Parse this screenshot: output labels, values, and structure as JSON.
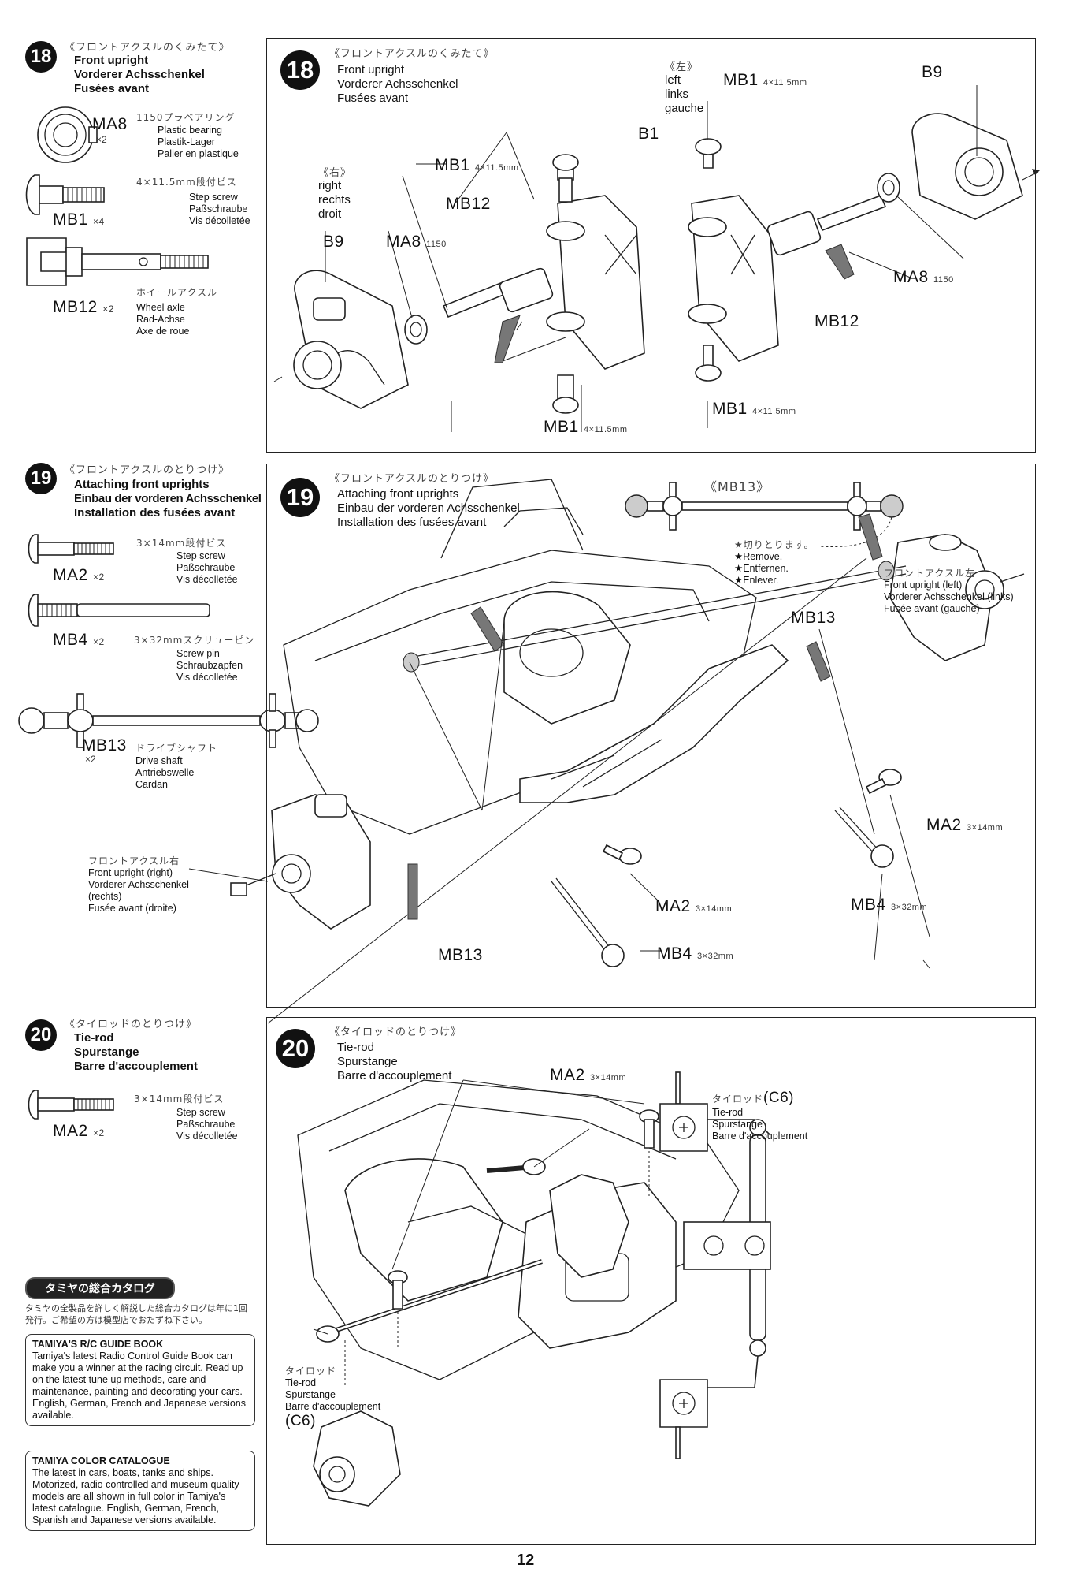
{
  "page_number": "12",
  "step18": {
    "num": "18",
    "jp": "《フロントアクスルのくみたて》",
    "en": "Front upright",
    "de": "Vorderer Achsschenkel",
    "fr": "Fusées avant",
    "parts": {
      "ma8": {
        "code": "MA8",
        "qty": "×2",
        "jp": "1150プラベアリング",
        "en": "Plastic bearing",
        "de": "Plastik-Lager",
        "fr": "Palier en plastique"
      },
      "mb1": {
        "code": "MB1",
        "qty": "×4",
        "jp": "4×11.5mm段付ビス",
        "en": "Step screw",
        "de": "Paßschraube",
        "fr": "Vis décolletée"
      },
      "mb12": {
        "code": "MB12",
        "qty": "×2",
        "jp": "ホイールアクスル",
        "en": "Wheel axle",
        "de": "Rad-Achse",
        "fr": "Axe de roue"
      }
    },
    "diagram": {
      "right_jp": "《右》",
      "right_en": "right",
      "right_de": "rechts",
      "right_fr": "droit",
      "left_jp": "《左》",
      "left_en": "left",
      "left_de": "links",
      "left_fr": "gauche",
      "mb1": "MB1",
      "mb1_dim": "4×11.5mm",
      "mb12": "MB12",
      "b9": "B9",
      "b1": "B1",
      "ma8": "MA8",
      "ma8_dim": "1150"
    }
  },
  "step19": {
    "num": "19",
    "jp": "《フロントアクスルのとりつけ》",
    "en": "Attaching front uprights",
    "de": "Einbau der vorderen Achsschenkel",
    "fr": "Installation des fusées avant",
    "parts": {
      "ma2": {
        "code": "MA2",
        "qty": "×2",
        "jp": "3×14mm段付ビス",
        "en": "Step screw",
        "de": "Paßschraube",
        "fr": "Vis décolletée"
      },
      "mb4": {
        "code": "MB4",
        "qty": "×2",
        "jp": "3×32mmスクリューピン",
        "en": "Screw pin",
        "de": "Schraubzapfen",
        "fr": "Vis décolletée"
      },
      "mb13": {
        "code": "MB13",
        "qty": "×2",
        "jp": "ドライブシャフト",
        "en": "Drive shaft",
        "de": "Antriebswelle",
        "fr": "Cardan"
      }
    },
    "side_label": {
      "jp": "フロントアクスル右",
      "en": "Front upright (right)",
      "de": "Vorderer Achsschenkel",
      "de2": "(rechts)",
      "fr": "Fusée avant (droite)"
    },
    "diagram": {
      "mb13_tag": "《MB13》",
      "remove_jp": "★切りとります。",
      "remove_en": "★Remove.",
      "remove_de": "★Entfernen.",
      "remove_fr": "★Enlever.",
      "left_jp": "フロントアクスル左",
      "left_en": "Front upright (left)",
      "left_de": "Vorderer Achsschenkel (links)",
      "left_fr": "Fusée avant (gauche)",
      "mb13": "MB13",
      "ma2": "MA2",
      "ma2_dim": "3×14mm",
      "mb4": "MB4",
      "mb4_dim": "3×32mm"
    }
  },
  "step20": {
    "num": "20",
    "jp": "《タイロッドのとりつけ》",
    "en": "Tie-rod",
    "de": "Spurstange",
    "fr": "Barre d'accouplement",
    "parts": {
      "ma2": {
        "code": "MA2",
        "qty": "×2",
        "jp": "3×14mm段付ビス",
        "en": "Step screw",
        "de": "Paßschraube",
        "fr": "Vis décolletée"
      }
    },
    "diagram": {
      "ma2": "MA2",
      "ma2_dim": "3×14mm",
      "tie_jp": "タイロッド",
      "tie_code": "(C6)",
      "tie_en": "Tie-rod",
      "tie_de": "Spurstange",
      "tie_fr": "Barre d'accouplement"
    }
  },
  "catalog": {
    "banner": "タミヤの総合カタログ",
    "jp": "タミヤの全製品を詳しく解説した総合カタログは年に1回発行。ご希望の方は模型店でおたずね下さい。",
    "guide_title": "TAMIYA'S R/C GUIDE BOOK",
    "guide_text": "Tamiya's latest Radio Control Guide Book can make you a winner at the racing circuit. Read up on the latest tune up methods, care and maintenance, painting and decorating your cars. English, German, French and Japanese versions available.",
    "color_title": "TAMIYA COLOR CATALOGUE",
    "color_text": "The latest in cars, boats, tanks and ships. Motorized, radio controlled and museum quality models are all shown in full color in Tamiya's latest catalogue. English, German, French, Spanish and Japanese versions available."
  }
}
